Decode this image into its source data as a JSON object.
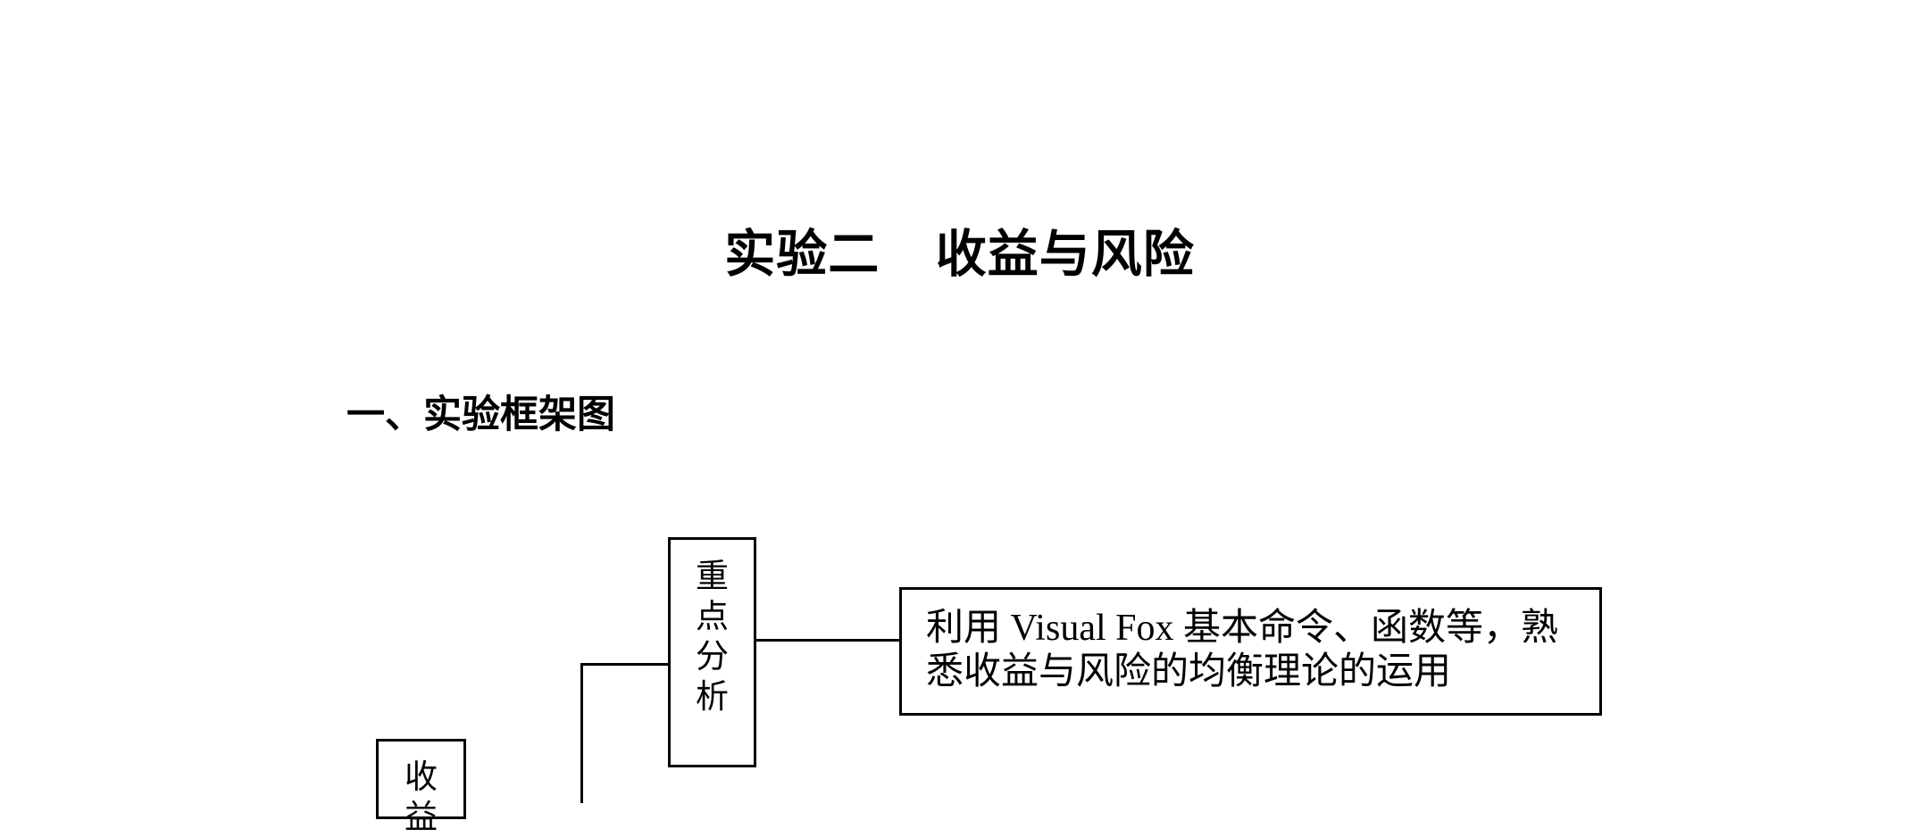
{
  "document": {
    "title": "实验二   收益与风险",
    "section_heading": "一、实验框架图"
  },
  "diagram": {
    "key_analysis_box": {
      "chars": [
        "重",
        "点",
        "分",
        "析"
      ]
    },
    "description_box": {
      "text": "利用 Visual Fox 基本命令、函数等，熟悉收益与风险的均衡理论的运用"
    },
    "root_box": {
      "chars": [
        "收",
        "益"
      ]
    }
  }
}
